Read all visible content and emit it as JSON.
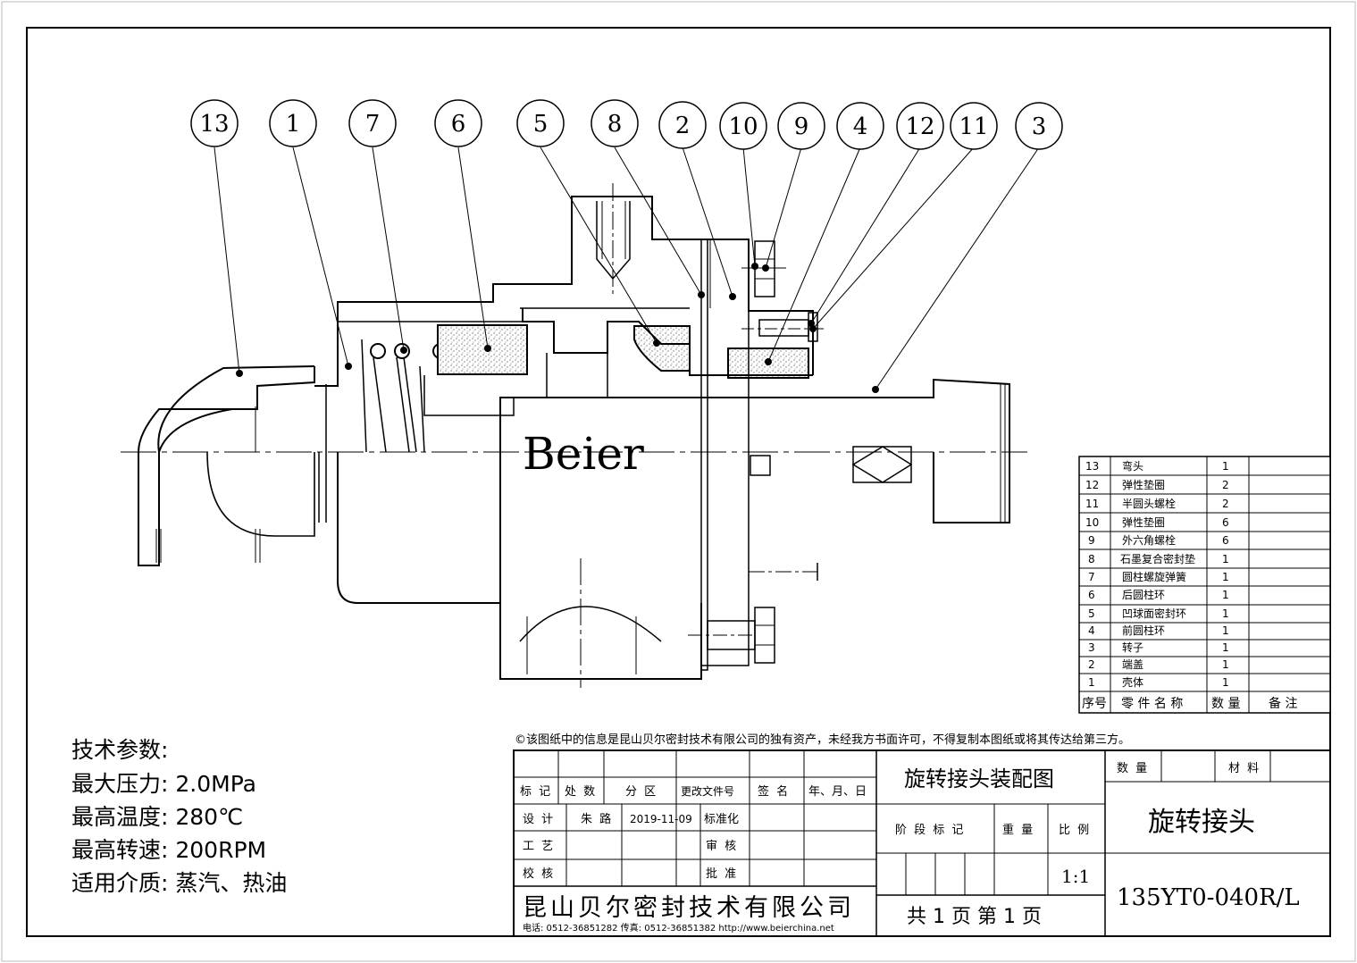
{
  "watermark": "Beier",
  "balloons": [
    "13",
    "1",
    "7",
    "6",
    "5",
    "8",
    "2",
    "10",
    "9",
    "4",
    "12",
    "11",
    "3"
  ],
  "parts": [
    {
      "no": "13",
      "name": "弯头",
      "qty": "1"
    },
    {
      "no": "12",
      "name": "弹性垫圈",
      "qty": "2"
    },
    {
      "no": "11",
      "name": "半圆头螺栓",
      "qty": "2"
    },
    {
      "no": "10",
      "name": "弹性垫圈",
      "qty": "6"
    },
    {
      "no": "9",
      "name": "外六角螺栓",
      "qty": "6"
    },
    {
      "no": "8",
      "name": "石墨复合密封垫",
      "qty": "1"
    },
    {
      "no": "7",
      "name": "圆柱螺旋弹簧",
      "qty": "1"
    },
    {
      "no": "6",
      "name": "后圆柱环",
      "qty": "1"
    },
    {
      "no": "5",
      "name": "凹球面密封环",
      "qty": "1"
    },
    {
      "no": "4",
      "name": "前圆柱环",
      "qty": "1"
    },
    {
      "no": "3",
      "name": "转子",
      "qty": "1"
    },
    {
      "no": "2",
      "name": "端盖",
      "qty": "1"
    },
    {
      "no": "1",
      "name": "壳体",
      "qty": "1"
    }
  ],
  "bom_header": {
    "no": "序号",
    "name": "零 件 名 称",
    "qty": "数 量",
    "note": "备 注"
  },
  "tech": {
    "heading": "技术参数:",
    "lines": [
      "最大压力: 2.0MPa",
      "最高温度: 280℃",
      "最高转速: 200RPM",
      "适用介质: 蒸汽、热油"
    ]
  },
  "copyright": "©该图纸中的信息是昆山贝尔密封技术有限公司的独有资产，未经我方书面许可，不得复制本图纸或将其传达给第三方。",
  "titleblock": {
    "biaoji": "标 记",
    "chushu": "处 数",
    "fenqu": "分 区",
    "genggai": "更改文件号",
    "qianming": "签 名",
    "nianyueri": "年、月、日",
    "sheji": "设 计",
    "designer": "朱 路",
    "date": "2019-11-09",
    "biaozhunhua": "标准化",
    "gongyi": "工 艺",
    "shenhe": "审 核",
    "jiaohe": "校 核",
    "pizhun": "批 准",
    "company": "昆山贝尔密封技术有限公司",
    "contact": "电话: 0512-36851282 传真: 0512-36851382  http://www.beierchina.net",
    "drawing_title": "旋转接头装配图",
    "jieduan": "阶 段 标 记",
    "zhongliang": "重 量",
    "bili": "比 例",
    "scale": "1:1",
    "pages": "共 1 页    第 1 页",
    "shuliang": "数 量",
    "cailiao": "材 料",
    "product": "旋转接头",
    "code": "135YT0-040R/L"
  }
}
